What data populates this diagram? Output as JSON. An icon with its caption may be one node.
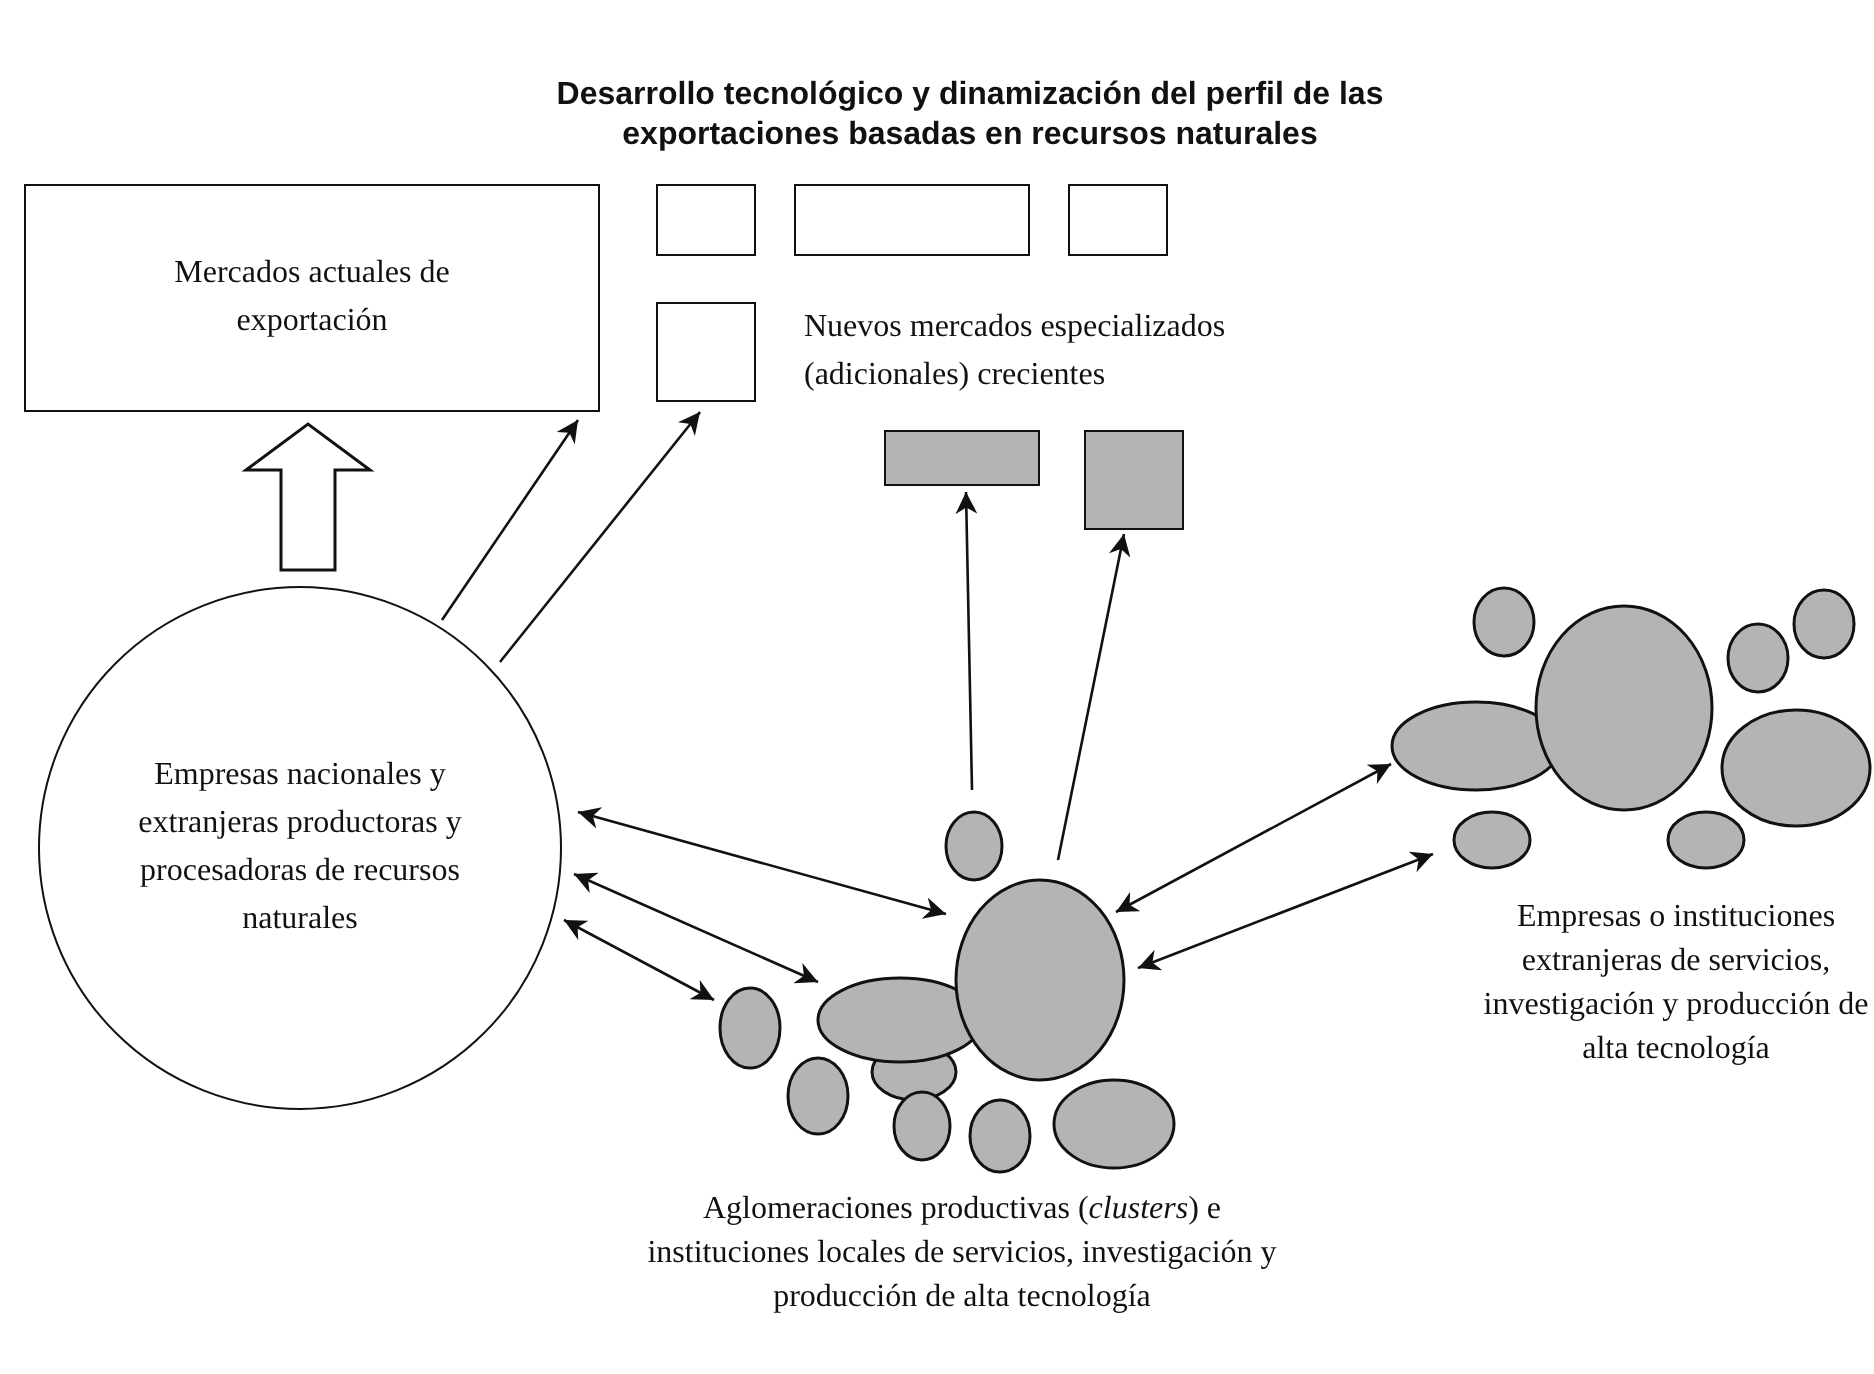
{
  "diagram": {
    "title": "Desarrollo tecnológico y dinamización del perfil de las exportaciones basadas en recursos naturales",
    "nodes": [
      {
        "text": [
          "Mercados actuales de exportación"
        ]
      },
      {
        "text": [],
        "shape": "box"
      },
      {
        "text": [],
        "shape": "box"
      },
      {
        "text": [],
        "shape": "box"
      },
      {
        "text": [],
        "shape": "box"
      },
      {
        "text": [],
        "shape": "box"
      },
      {
        "text": [],
        "shape": "box"
      },
      {
        "text": [
          "Empresas nacionales y extranjeras productoras y procesadoras de recursos naturales"
        ]
      },
      {
        "text": [],
        "shape": "cluster",
        "beside": [
          "Aglomeraciones productivas (*clusters*) e instituciones locales de servicios, investigación y producción de alta tecnología"
        ]
      },
      {
        "text": [],
        "shape": "cluster",
        "beside": [
          "Empresas o instituciones extranjeras de servicios, investigación y producción de alta tecnología"
        ]
      }
    ],
    "edges": [
      {
        "from": 7,
        "to": 0,
        "arrow": "to",
        "style": "thick"
      },
      {
        "from": 7,
        "to": 0,
        "arrow": "to"
      },
      {
        "from": 7,
        "to": 4,
        "arrow": "to"
      },
      {
        "from": 8,
        "to": 5,
        "arrow": "to"
      },
      {
        "from": 8,
        "to": 6,
        "arrow": "to"
      },
      {
        "from": 7,
        "to": 8,
        "arrow": "both"
      },
      {
        "from": 7,
        "to": 8,
        "arrow": "both"
      },
      {
        "from": 7,
        "to": 8,
        "arrow": "both"
      },
      {
        "from": 8,
        "to": 9,
        "arrow": "both"
      },
      {
        "from": 8,
        "to": 9,
        "arrow": "both"
      }
    ],
    "labels": [
      "Nuevos mercados especializados (adicionales) crecientes"
    ]
  }
}
